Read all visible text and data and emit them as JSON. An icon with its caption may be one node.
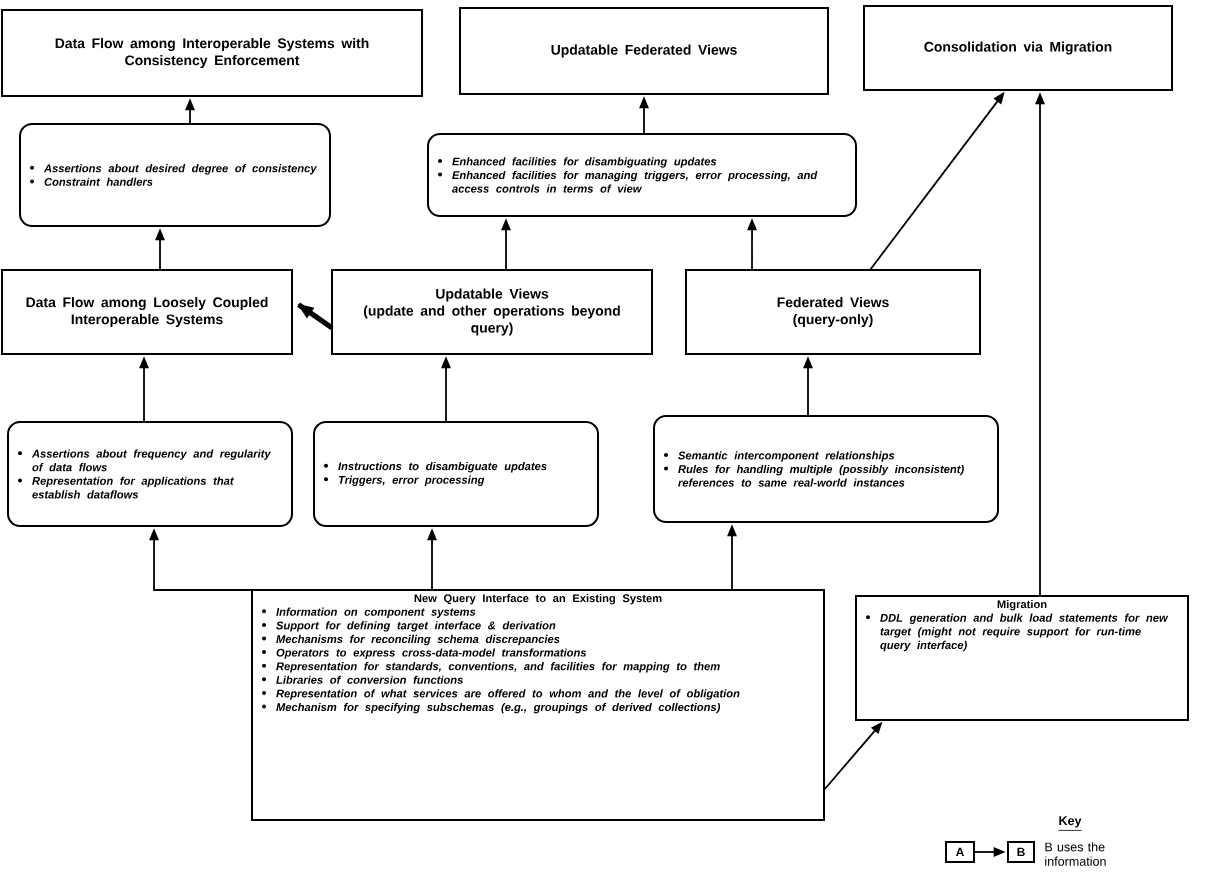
{
  "diagram": {
    "nodes": [
      {
        "text": [
          "Data Flow among Interoperable Systems with Consistency Enforcement"
        ]
      },
      {
        "text": [
          "Updatable Federated Views"
        ]
      },
      {
        "text": [
          "Consolidation via Migration"
        ]
      },
      {
        "text": [
          "Assertions about desired degree of consistency",
          "Constraint handlers"
        ]
      },
      {
        "text": [
          "Enhanced facilities for disambiguating updates",
          "Enhanced facilities for managing triggers, error processing, and access controls in terms of view"
        ]
      },
      {
        "text": [
          "Data Flow among Loosely Coupled Interoperable Systems"
        ]
      },
      {
        "text": [
          "Updatable Views",
          "(update and other operations beyond query)"
        ]
      },
      {
        "text": [
          "Federated Views",
          "(query-only)"
        ]
      },
      {
        "text": [
          "Assertions about frequency and regularity of data flows",
          "Representation for applications that establish dataflows"
        ]
      },
      {
        "text": [
          "Instructions to disambiguate updates",
          "Triggers, error processing"
        ]
      },
      {
        "text": [
          "Semantic intercomponent relationships",
          "Rules for handling multiple (possibly inconsistent) references to same real-world instances"
        ]
      },
      {
        "text": [
          "New Query Interface to an Existing System",
          "Information on component systems",
          "Support for defining target interface & derivation",
          "Mechanisms for reconciling schema discrepancies",
          "Operators to express cross-data-model transformations",
          "Representation for standards, conventions, and facilities for mapping to them",
          "Libraries of conversion functions",
          "Representation of what services are offered to whom and the level of obligation",
          "Mechanism for specifying subschemas (e.g., groupings of derived collections)"
        ]
      },
      {
        "text": [
          "Migration",
          "DDL generation and bulk load statements for new target (might not require support for run-time query interface)"
        ]
      },
      {
        "text": [
          "A"
        ]
      },
      {
        "text": [
          "B"
        ]
      }
    ],
    "edges": [
      {
        "from": 3,
        "to": 0,
        "arrow": "to"
      },
      {
        "from": 5,
        "to": 3,
        "arrow": "to"
      },
      {
        "from": 8,
        "to": 5,
        "arrow": "to"
      },
      {
        "from": 6,
        "to": 4,
        "arrow": "to"
      },
      {
        "from": 7,
        "to": 4,
        "arrow": "to"
      },
      {
        "from": 4,
        "to": 1,
        "arrow": "to"
      },
      {
        "from": 6,
        "to": 5,
        "arrow": "to",
        "style": "thick"
      },
      {
        "from": 7,
        "to": 2,
        "arrow": "to"
      },
      {
        "from": 12,
        "to": 2,
        "arrow": "to"
      },
      {
        "from": 9,
        "to": 6,
        "arrow": "to"
      },
      {
        "from": 10,
        "to": 7,
        "arrow": "to"
      },
      {
        "from": 11,
        "to": 8,
        "arrow": "to"
      },
      {
        "from": 11,
        "to": 9,
        "arrow": "to"
      },
      {
        "from": 11,
        "to": 10,
        "arrow": "to"
      },
      {
        "from": 11,
        "to": 12,
        "arrow": "to"
      },
      {
        "from": 13,
        "to": 14,
        "arrow": "to"
      }
    ],
    "labels": [
      "Key",
      "B uses the information"
    ]
  }
}
